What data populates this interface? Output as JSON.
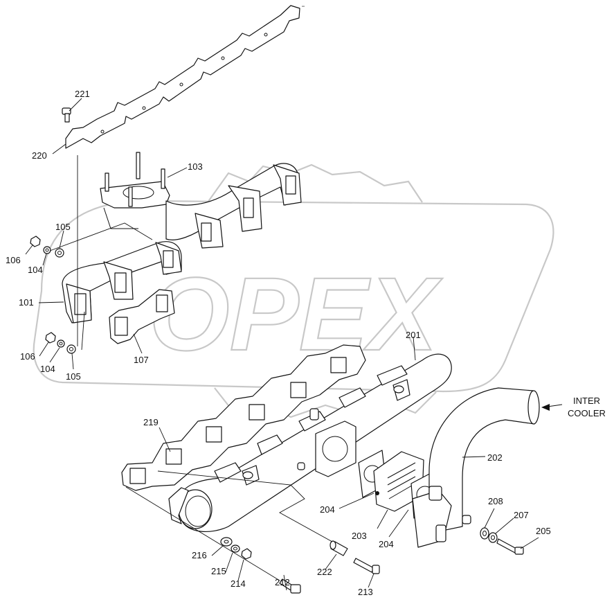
{
  "watermark": {
    "text": "OPEX"
  },
  "corner_note": "\"\"",
  "callouts": [
    {
      "id": "c221",
      "label": "221"
    },
    {
      "id": "c220",
      "label": "220"
    },
    {
      "id": "c103",
      "label": "103"
    },
    {
      "id": "c105a",
      "label": "105"
    },
    {
      "id": "c106a",
      "label": "106"
    },
    {
      "id": "c104a",
      "label": "104"
    },
    {
      "id": "c101",
      "label": "101"
    },
    {
      "id": "c106b",
      "label": "106"
    },
    {
      "id": "c104b",
      "label": "104"
    },
    {
      "id": "c105b",
      "label": "105"
    },
    {
      "id": "c107",
      "label": "107"
    },
    {
      "id": "c201",
      "label": "201"
    },
    {
      "id": "c219",
      "label": "219"
    },
    {
      "id": "c202",
      "label": "202"
    },
    {
      "id": "c204a",
      "label": "204"
    },
    {
      "id": "c203",
      "label": "203"
    },
    {
      "id": "c204b",
      "label": "204"
    },
    {
      "id": "c208",
      "label": "208"
    },
    {
      "id": "c207",
      "label": "207"
    },
    {
      "id": "c205",
      "label": "205"
    },
    {
      "id": "c216",
      "label": "216"
    },
    {
      "id": "c215",
      "label": "215"
    },
    {
      "id": "c214",
      "label": "214"
    },
    {
      "id": "c212",
      "label": "212"
    },
    {
      "id": "c222",
      "label": "222"
    },
    {
      "id": "c213",
      "label": "213"
    }
  ],
  "intercooler_label": {
    "line1": "INTER",
    "line2": "COOLER"
  }
}
